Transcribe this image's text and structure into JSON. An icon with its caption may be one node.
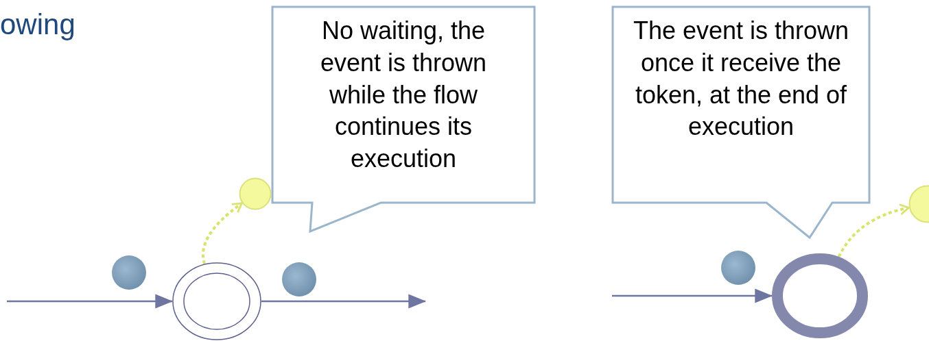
{
  "diagram": {
    "nodes": [
      {
        "text": [
          "No waiting, the event is thrown while the flow continues its execution"
        ]
      },
      {
        "text": [
          "The event is thrown once it receive the token, at the end of execution"
        ]
      },
      {
        "text": [],
        "shape": "circle"
      },
      {
        "text": [],
        "shape": "circle"
      },
      {
        "text": [],
        "shape": "circle"
      },
      {
        "text": [],
        "shape": "circle"
      },
      {
        "text": [],
        "shape": "circle"
      },
      {
        "text": [],
        "shape": "circle"
      },
      {
        "text": [],
        "shape": "circle"
      }
    ],
    "edges": [
      {
        "from": null,
        "to": 3,
        "arrow": "to"
      },
      {
        "from": 3,
        "to": null,
        "arrow": "to"
      },
      {
        "from": 3,
        "to": 5,
        "arrow": "to",
        "style": "dashed",
        "color": "#d9e36e"
      },
      {
        "from": null,
        "to": 6,
        "arrow": "to"
      },
      {
        "from": 6,
        "to": 8,
        "arrow": "to",
        "style": "dashed",
        "color": "#d9e36e"
      }
    ],
    "labels": [
      "owing"
    ]
  }
}
